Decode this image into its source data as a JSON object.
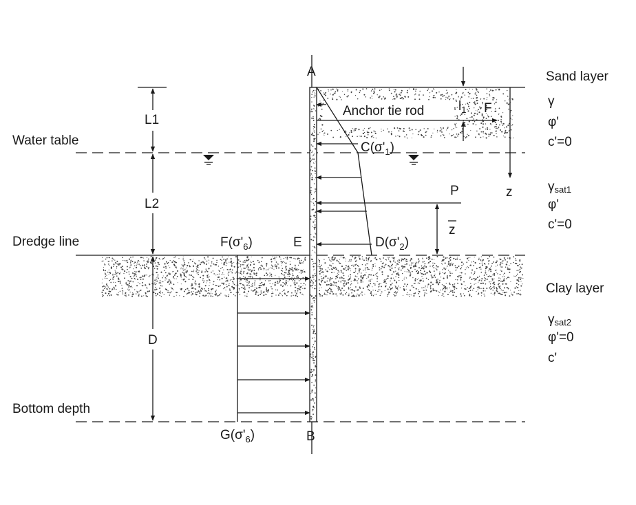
{
  "labels": {
    "A": "A",
    "B": "B",
    "E": "E",
    "F": "F",
    "P": "P",
    "z": "z",
    "zbar": "z",
    "l1": "l",
    "l1_sub": "1",
    "L1": "L1",
    "L2": "L2",
    "D": "D",
    "anchor": "Anchor tie rod",
    "C_main": "C(σ'",
    "C_sub": "1",
    "D_main": "D(σ'",
    "D_sub": "2",
    "F6_main": "F(σ'",
    "F6_sub": "6",
    "G6_main": "G(σ'",
    "G6_sub": "6",
    "close": ")"
  },
  "left_labels": {
    "water_table": "Water table",
    "dredge_line": "Dredge line",
    "bottom_depth": "Bottom depth"
  },
  "sand": {
    "title": "Sand layer",
    "gamma": "γ",
    "phi": "φ'",
    "c": "c'=0"
  },
  "sand_sat": {
    "gamma": "γ",
    "gamma_sub": "sat1",
    "phi": "φ'",
    "c": "c'=0"
  },
  "clay": {
    "title": "Clay layer",
    "gamma": "γ",
    "gamma_sub": "sat2",
    "phi": "φ'=0",
    "c": "c'"
  }
}
